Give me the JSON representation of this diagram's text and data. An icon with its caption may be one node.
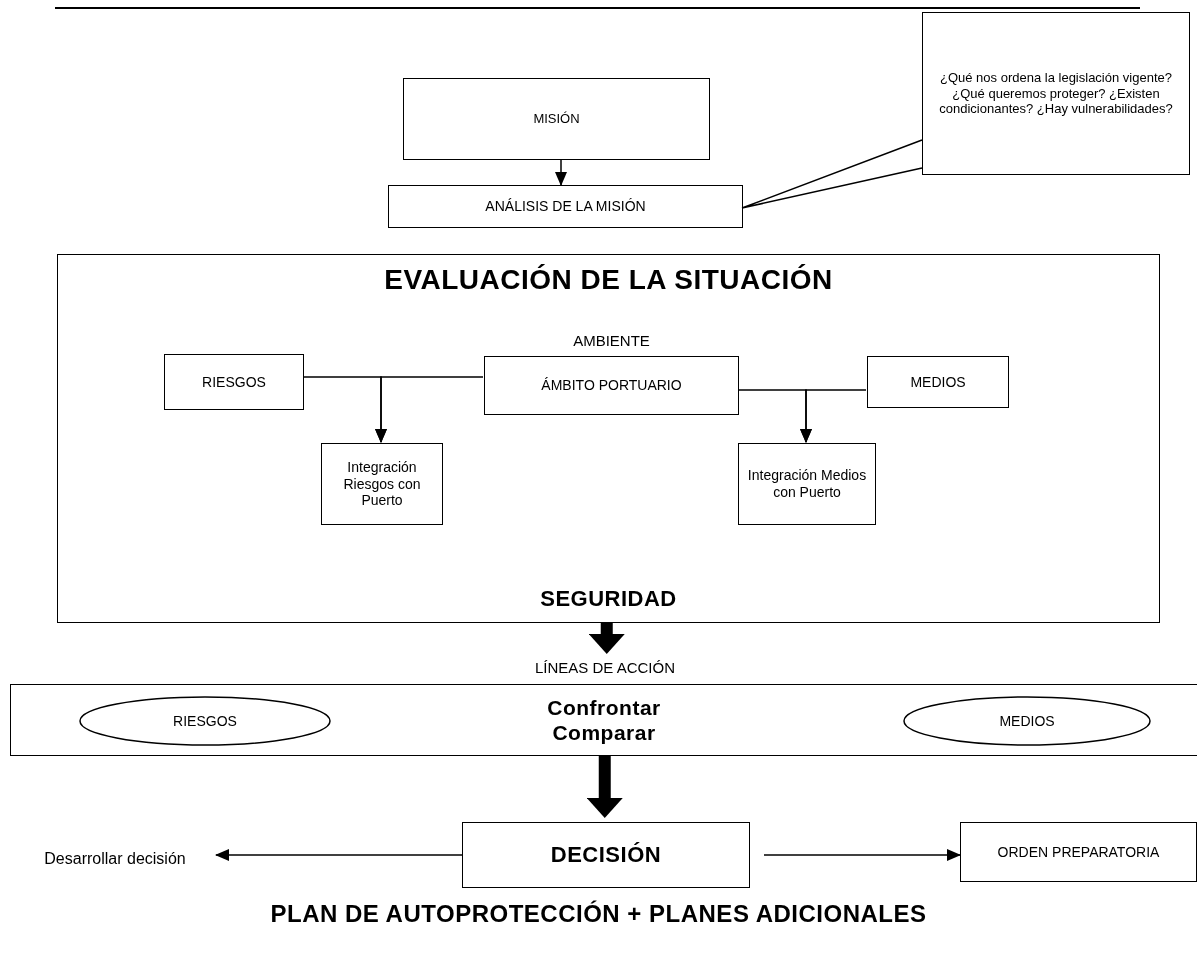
{
  "diagram": {
    "caption": "PLAN DE AUTOPROTECCIÓN + PLANES ADICIONALES",
    "nodes": [
      {
        "text": [
          "MISIÓN"
        ]
      },
      {
        "text": [
          "ANÁLISIS DE LA MISIÓN"
        ]
      },
      {
        "text": [
          "¿Qué nos ordena la legislación vigente? ¿Qué queremos proteger? ¿Existen condicionantes? ¿Hay vulnerabilidades?"
        ]
      },
      {
        "text": [
          "EVALUACIÓN DE LA SITUACIÓN",
          "SEGURIDAD"
        ]
      },
      {
        "text": [
          "RIESGOS"
        ],
        "in": 3
      },
      {
        "text": [
          "ÁMBITO PORTUARIO"
        ],
        "in": 3,
        "beside": [
          "AMBIENTE"
        ]
      },
      {
        "text": [
          "MEDIOS"
        ],
        "in": 3
      },
      {
        "text": [
          "Integración Riesgos con Puerto"
        ],
        "in": 3
      },
      {
        "text": [
          "Integración Medios con Puerto"
        ],
        "in": 3
      },
      {
        "text": [
          "Confrontar Comparar"
        ]
      },
      {
        "text": [
          "RIESGOS"
        ],
        "in": 9
      },
      {
        "text": [
          "MEDIOS"
        ],
        "in": 9
      },
      {
        "text": [
          "DECISIÓN"
        ]
      },
      {
        "text": [
          "Desarrollar decisión"
        ]
      },
      {
        "text": [
          "ORDEN PREPARATORIA"
        ]
      },
      {
        "text": [
          "LÍNEAS DE ACCIÓN"
        ]
      }
    ],
    "edges": [
      {
        "from": 0,
        "to": 1,
        "arrow": "to"
      },
      {
        "from": 2,
        "to": 1,
        "arrow": "none"
      },
      {
        "from": 4,
        "to": 7,
        "arrow": "to"
      },
      {
        "from": 5,
        "to": 7,
        "arrow": "to"
      },
      {
        "from": 5,
        "to": 8,
        "arrow": "to"
      },
      {
        "from": 6,
        "to": 8,
        "arrow": "to"
      },
      {
        "from": 3,
        "to": 15,
        "arrow": "to",
        "style": "thick"
      },
      {
        "from": 9,
        "to": 12,
        "arrow": "to",
        "style": "thick"
      },
      {
        "from": 12,
        "to": 13,
        "arrow": "to"
      },
      {
        "from": 12,
        "to": 14,
        "arrow": "to"
      }
    ]
  }
}
